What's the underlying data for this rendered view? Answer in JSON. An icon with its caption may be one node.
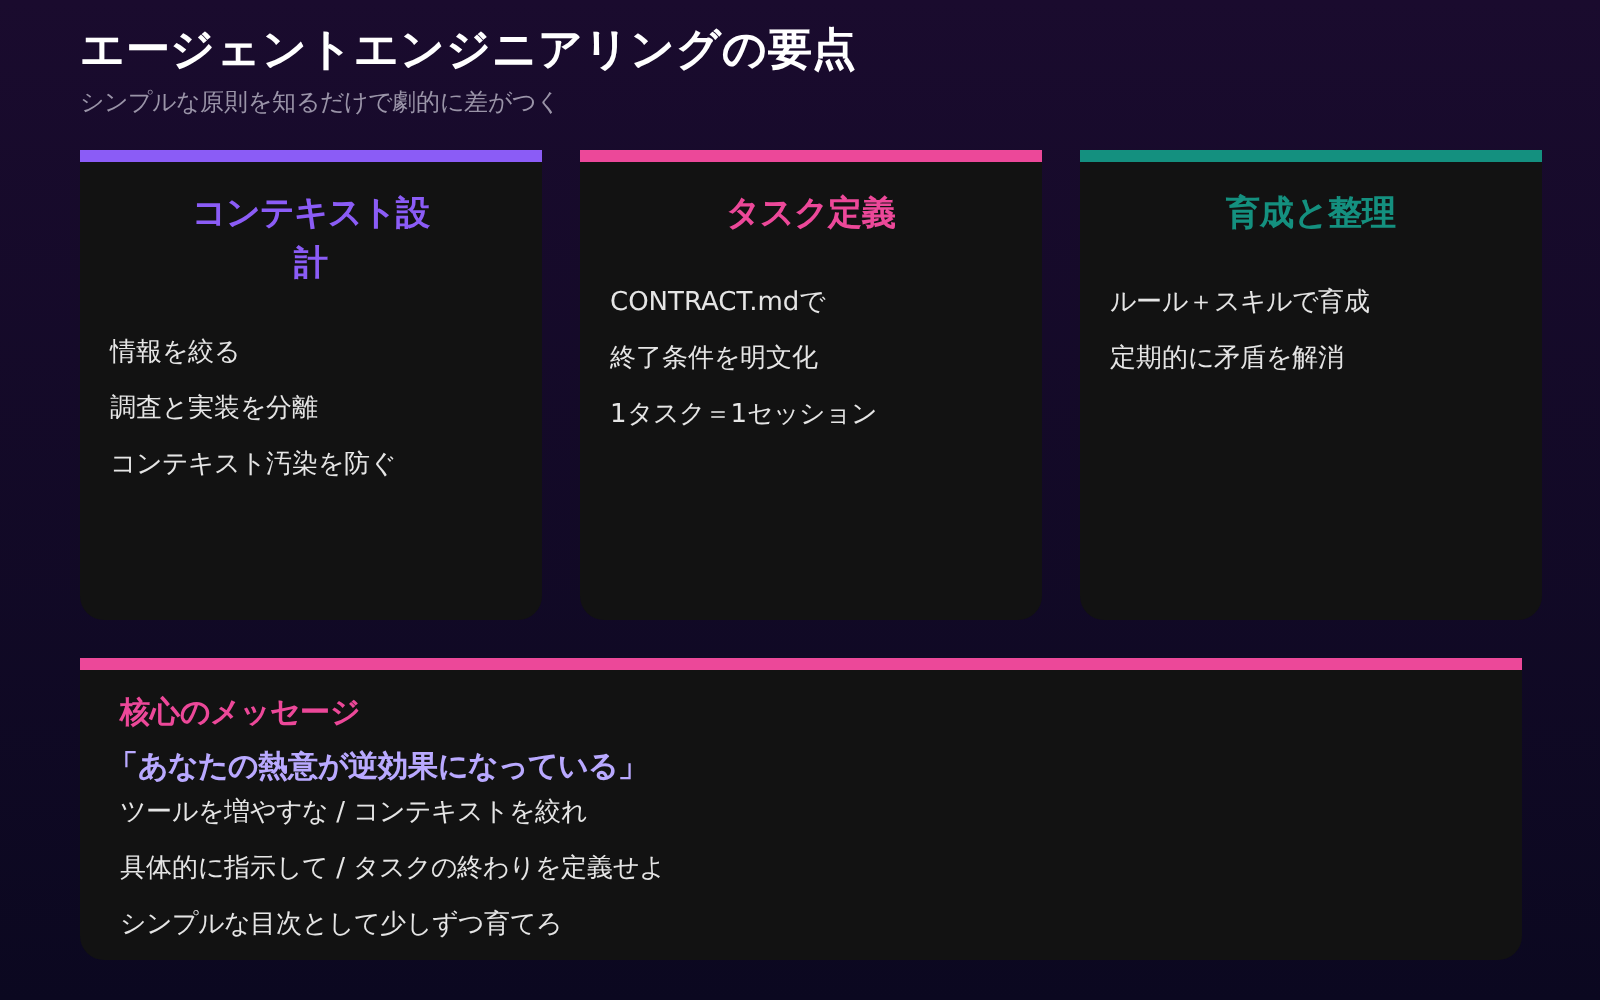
{
  "diagram": {
    "title": "エージェントエンジニアリングの要点",
    "caption": "シンプルな原則を知るだけで劇的に差がつく",
    "nodes": [
      {
        "text": [
          "コンテキスト設計",
          "情報を絞る",
          "調査と実装を分離",
          "コンテキスト汚染を防ぐ"
        ]
      },
      {
        "text": [
          "タスク定義",
          "CONTRACT.mdで",
          "終了条件を明文化",
          "1タスク＝1セッション"
        ]
      },
      {
        "text": [
          "育成と整理",
          "ルール＋スキルで育成",
          "定期的に矛盾を解消"
        ]
      },
      {
        "text": [
          "核心のメッセージ",
          "「あなたの熱意が逆効果になっている」",
          "ツールを増やすな / コンテキストを絞れ",
          "具体的に指示して / タスクの終わりを定義せよ",
          "シンプルな目次として少しずつ育てろ"
        ]
      }
    ],
    "edges": []
  }
}
